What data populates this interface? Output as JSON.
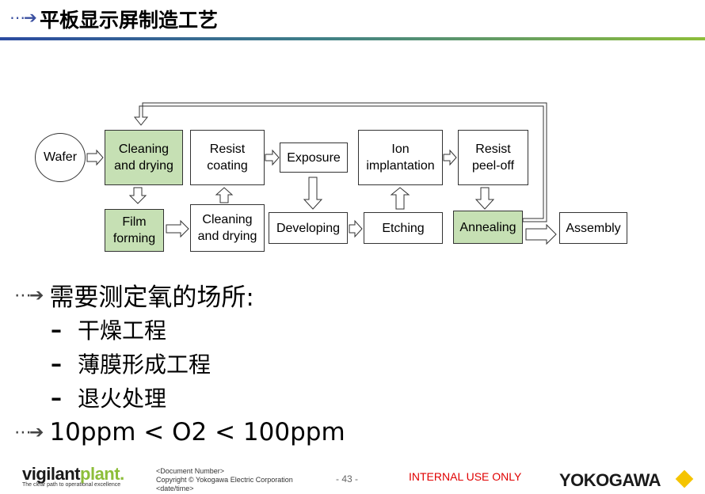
{
  "header": {
    "title": "平板显示屏制造工艺"
  },
  "flow": {
    "wafer": "Wafer",
    "cleaning_drying_1": "Cleaning\nand drying",
    "resist_coating": "Resist\ncoating",
    "exposure": "Exposure",
    "ion_implantation": "Ion\nimplantation",
    "resist_peel_off": "Resist\npeel-off",
    "film_forming": "Film\nforming",
    "cleaning_drying_2": "Cleaning\nand drying",
    "developing": "Developing",
    "etching": "Etching",
    "annealing": "Annealing",
    "assembly": "Assembly",
    "highlight_color": "#c6e0b4"
  },
  "body": {
    "heading": "需要测定氧的场所:",
    "items": [
      "干燥工程",
      "薄膜形成工程",
      "退火处理"
    ],
    "dash": "–",
    "range": "10ppm < O2 < 100ppm"
  },
  "footer": {
    "logo_part1": "vigilant",
    "logo_part2": "plant.",
    "logo_tagline": "The clear path to operational excellence",
    "doc_number": "<Document  Number>",
    "copyright": "Copyright © Yokogawa Electric Corporation",
    "date": "<date/time>",
    "page": "- 43 -",
    "internal": "INTERNAL USE ONLY",
    "brand": "YOKOGAWA",
    "brand_color": "#f5c400"
  }
}
